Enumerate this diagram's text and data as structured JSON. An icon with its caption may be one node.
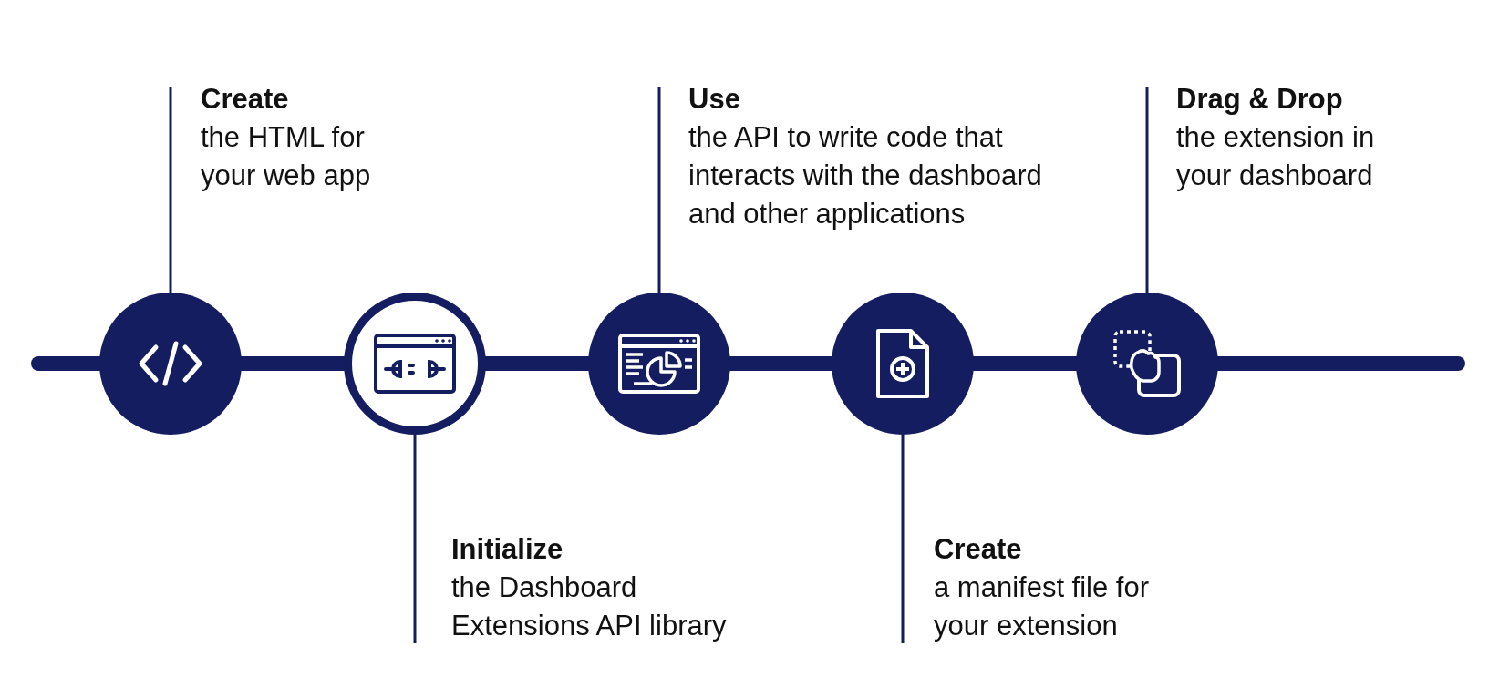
{
  "diagram": {
    "nodes": [
      {
        "text": [],
        "shape": "circle"
      },
      {
        "text": [],
        "shape": "circle"
      },
      {
        "text": [],
        "shape": "circle"
      },
      {
        "text": [],
        "shape": "circle"
      },
      {
        "text": [],
        "shape": "circle"
      },
      {
        "text": [
          "Create",
          "the HTML for your web app"
        ]
      },
      {
        "text": [
          "Initialize",
          "the Dashboard Extensions API library"
        ]
      },
      {
        "text": [
          "Use",
          "the API to write code that interacts with the dashboard and other applications"
        ]
      },
      {
        "text": [
          "Create",
          "a manifest file for your extension"
        ]
      },
      {
        "text": [
          "Drag & Drop",
          "the extension in your dashboard"
        ]
      }
    ],
    "edges": [
      {
        "from": null,
        "to": 0,
        "arrow": "none"
      },
      {
        "from": 0,
        "to": 1,
        "arrow": "none"
      },
      {
        "from": 1,
        "to": 2,
        "arrow": "none"
      },
      {
        "from": 2,
        "to": 3,
        "arrow": "none"
      },
      {
        "from": 3,
        "to": 4,
        "arrow": "none"
      },
      {
        "from": 4,
        "to": null,
        "arrow": "none"
      },
      {
        "from": 5,
        "to": 0,
        "arrow": "none"
      },
      {
        "from": 6,
        "to": 1,
        "arrow": "none"
      },
      {
        "from": 7,
        "to": 2,
        "arrow": "none"
      },
      {
        "from": 8,
        "to": 3,
        "arrow": "none"
      },
      {
        "from": 9,
        "to": 4,
        "arrow": "none"
      }
    ]
  }
}
